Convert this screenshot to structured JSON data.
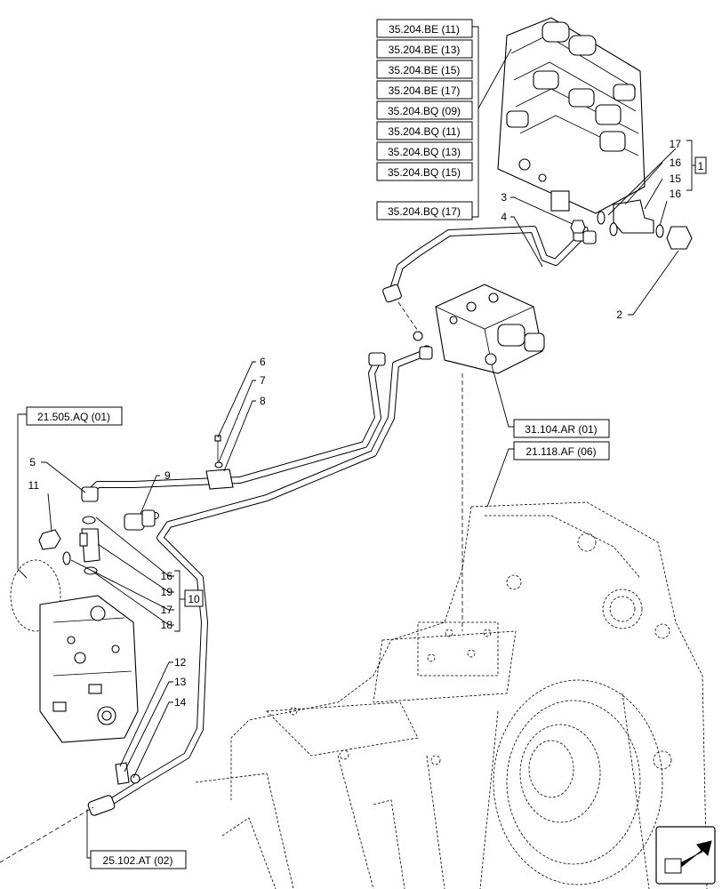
{
  "references": {
    "top_stack": [
      "35.204.BE (11)",
      "35.204.BE (13)",
      "35.204.BE (15)",
      "35.204.BE (17)",
      "35.204.BQ (09)",
      "35.204.BQ (11)",
      "35.204.BQ (13)",
      "35.204.BQ (15)",
      "35.204.BQ (17)"
    ],
    "left_group": "21.505.AQ (01)",
    "valve": "31.104.AR (01)",
    "housing": "21.118.AF (06)",
    "bottom": "25.102.AT (02)"
  },
  "callouts": {
    "c1": "1",
    "c2": "2",
    "c3": "3",
    "c4": "4",
    "c5": "5",
    "c6": "6",
    "c7": "7",
    "c8": "8",
    "c9": "9",
    "c10": "10",
    "c11": "11",
    "c12": "12",
    "c13": "13",
    "c14": "14",
    "c15_top": "15",
    "c16_top_a": "16",
    "c16_top_b": "16",
    "c17_top": "17",
    "c16_left": "16",
    "c17_left": "17",
    "c18_left": "18",
    "c19_left": "19"
  },
  "icons": {
    "nav": "arrow-nav-icon"
  }
}
